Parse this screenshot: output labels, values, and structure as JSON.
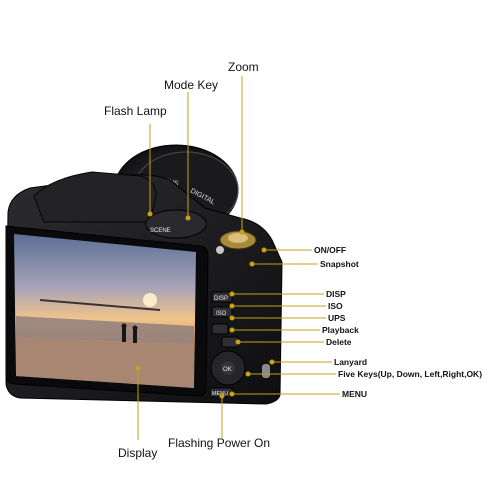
{
  "labels": {
    "zoom": "Zoom",
    "mode_key": "Mode Key",
    "flash_lamp": "Flash Lamp",
    "on_off": "ON/OFF",
    "snapshot": "Snapshot",
    "disp": "DISP",
    "iso": "ISO",
    "ups": "UPS",
    "playback": "Playback",
    "delete": "Delete",
    "lanyard": "Lanyard",
    "five_keys": "Five Keys(Up, Down, Left,Right,OK)",
    "menu": "MENU",
    "display": "Display",
    "flashing_power_on": "Flashing Power On"
  },
  "camera_markings": {
    "lens_1": "LENS",
    "lens_2": "DIGITAL",
    "dial_scene": "SCENE",
    "button_disp": "DISP",
    "button_iso": "ISO",
    "button_ok": "OK",
    "button_menu": "MENU"
  },
  "colors": {
    "leader_line": "#c8a018",
    "camera_body": "#1b1b1d",
    "text": "#111111"
  }
}
